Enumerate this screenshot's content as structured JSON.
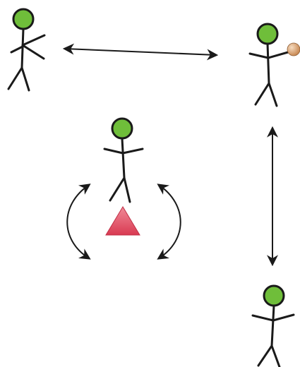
{
  "diagram": {
    "background": "#ffffff",
    "colors": {
      "head_fill": "#6fbe3a",
      "stroke": "#1a1a1a",
      "ball_fill": "#d9a16f",
      "cone_fill": "#e0485e"
    },
    "players": [
      {
        "name": "player-top-left",
        "pose": "kicking"
      },
      {
        "name": "player-top-right",
        "pose": "holding-ball"
      },
      {
        "name": "player-center",
        "pose": "arms-out"
      },
      {
        "name": "player-bottom-right",
        "pose": "arms-out"
      }
    ],
    "objects": [
      {
        "name": "ball",
        "icon": "ball-icon"
      },
      {
        "name": "cone",
        "icon": "triangle-cone-icon"
      }
    ],
    "arrows": [
      {
        "name": "pass-arrow-horizontal",
        "type": "double-headed-straight"
      },
      {
        "name": "pass-arrow-vertical",
        "type": "double-headed-straight"
      },
      {
        "name": "rotation-arrow-left",
        "type": "double-headed-curved"
      },
      {
        "name": "rotation-arrow-right",
        "type": "double-headed-curved"
      }
    ]
  }
}
